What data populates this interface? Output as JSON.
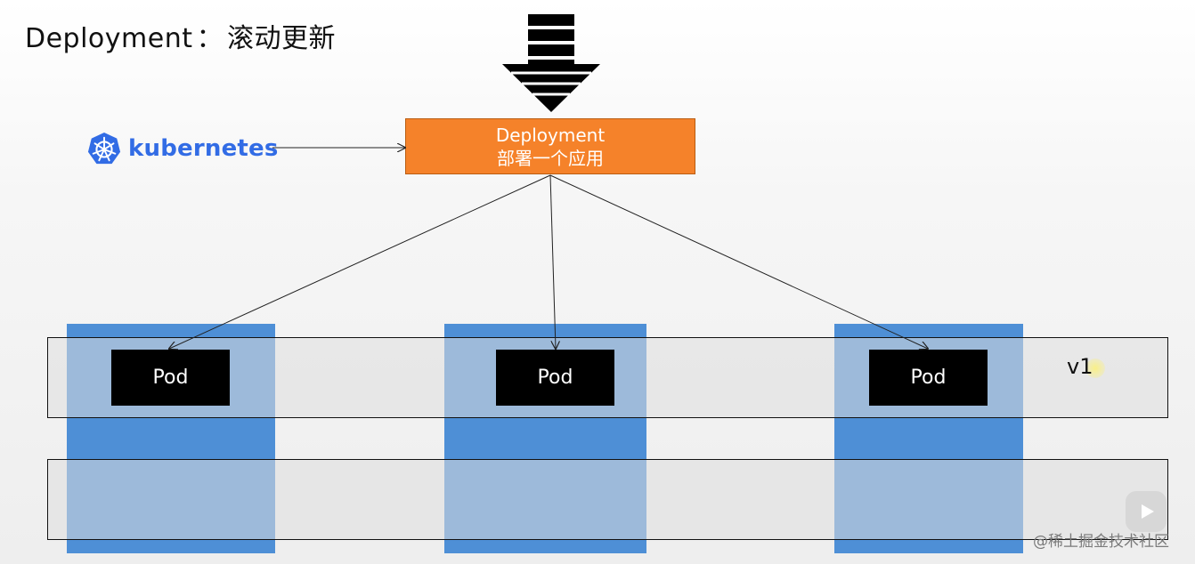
{
  "slide": {
    "title_prefix": "Deployment",
    "title_sep": "：",
    "title_suffix": "滚动更新"
  },
  "logo": {
    "text": "kubernetes",
    "icon": "kubernetes-helm-wheel-icon",
    "color": "#326ce5"
  },
  "deployment": {
    "line1": "Deployment",
    "line2": "部署一个应用",
    "color": "#f5822a"
  },
  "pods": [
    {
      "label": "Pod"
    },
    {
      "label": "Pod"
    },
    {
      "label": "Pod"
    }
  ],
  "version_label": "v1",
  "colors": {
    "node": "#4e8fd6",
    "band": "#dedede",
    "pod": "#000000"
  },
  "watermark": "@稀土掘金技术社区"
}
